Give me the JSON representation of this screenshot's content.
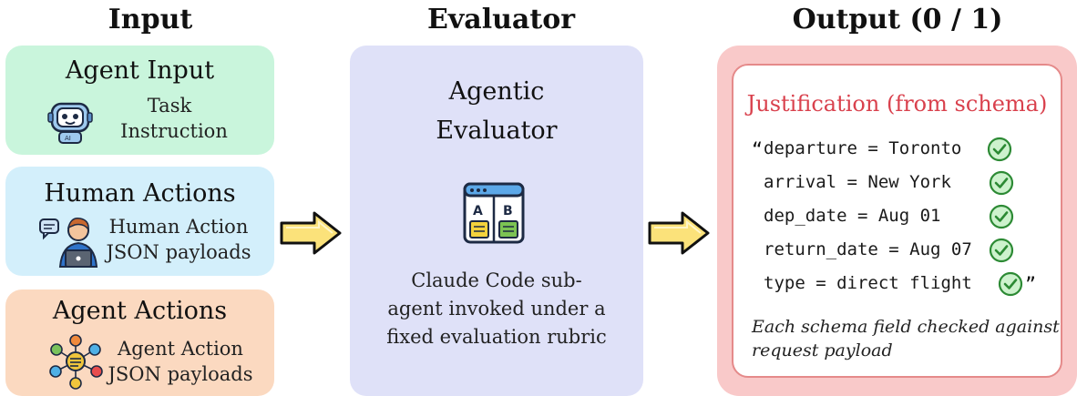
{
  "columns": {
    "input_title": "Input",
    "evaluator_title": "Evaluator",
    "output_title": "Output (0 / 1)"
  },
  "input": {
    "agent_input": {
      "title": "Agent Input",
      "desc_line1": "Task",
      "desc_line2": "Instruction",
      "icon": "robot-icon"
    },
    "human_actions": {
      "title": "Human Actions",
      "desc_line1": "Human Action",
      "desc_line2": "JSON payloads",
      "icon": "person-laptop-icon"
    },
    "agent_actions": {
      "title": "Agent Actions",
      "desc_line1": "Agent Action",
      "desc_line2": "JSON payloads",
      "icon": "network-icon"
    }
  },
  "evaluator": {
    "title_line1": "Agentic",
    "title_line2": "Evaluator",
    "icon": "ab-test-window-icon",
    "icon_label_a": "A",
    "icon_label_b": "B",
    "desc_line1": "Claude Code sub-",
    "desc_line2": "agent invoked under a",
    "desc_line3": "fixed evaluation rubric"
  },
  "output": {
    "heading": "Justification (from schema)",
    "open_quote": "“",
    "close_quote": "”",
    "fields": [
      "departure = Toronto",
      "arrival = New York",
      "dep_date = Aug 01",
      "return_date = Aug 07",
      "type = direct flight"
    ],
    "note_line1": "Each schema field checked against",
    "note_line2": "request payload"
  },
  "colors": {
    "green_box": "#c9f5dc",
    "blue_box": "#d3effb",
    "orange_box": "#fbd9c0",
    "evaluator_box": "#dfe1f8",
    "output_outer": "#f9c9c9",
    "output_inner_border": "#e58a8a",
    "heading_red": "#d9414d",
    "arrow_yellow": "#fbe27a"
  }
}
